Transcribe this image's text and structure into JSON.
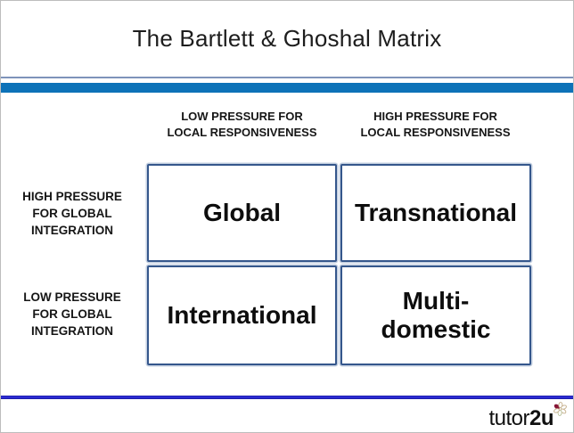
{
  "slide": {
    "title": "The Bartlett & Ghoshal Matrix"
  },
  "matrix": {
    "col_headers": [
      "LOW PRESSURE FOR\nLOCAL RESPONSIVENESS",
      "HIGH PRESSURE FOR\nLOCAL RESPONSIVENESS"
    ],
    "row_labels": [
      "HIGH PRESSURE\nFOR GLOBAL\nINTEGRATION",
      "LOW PRESSURE\nFOR GLOBAL\nINTEGRATION"
    ],
    "cells": [
      {
        "label": "Global"
      },
      {
        "label": "Transnational"
      },
      {
        "label": "International"
      },
      {
        "label": "Multi-\ndomestic"
      }
    ]
  },
  "footer": {
    "brand_regular": "tutor",
    "brand_bold": "2u",
    "logo_icon": "flower-pinwheel-icon"
  },
  "colors": {
    "accent_bar": "#0d72b8",
    "thin_rule": "#7e93ba",
    "bottom_rule": "#2a2ad4",
    "cell_border": "#35578c",
    "flower_accent": "#871537"
  }
}
